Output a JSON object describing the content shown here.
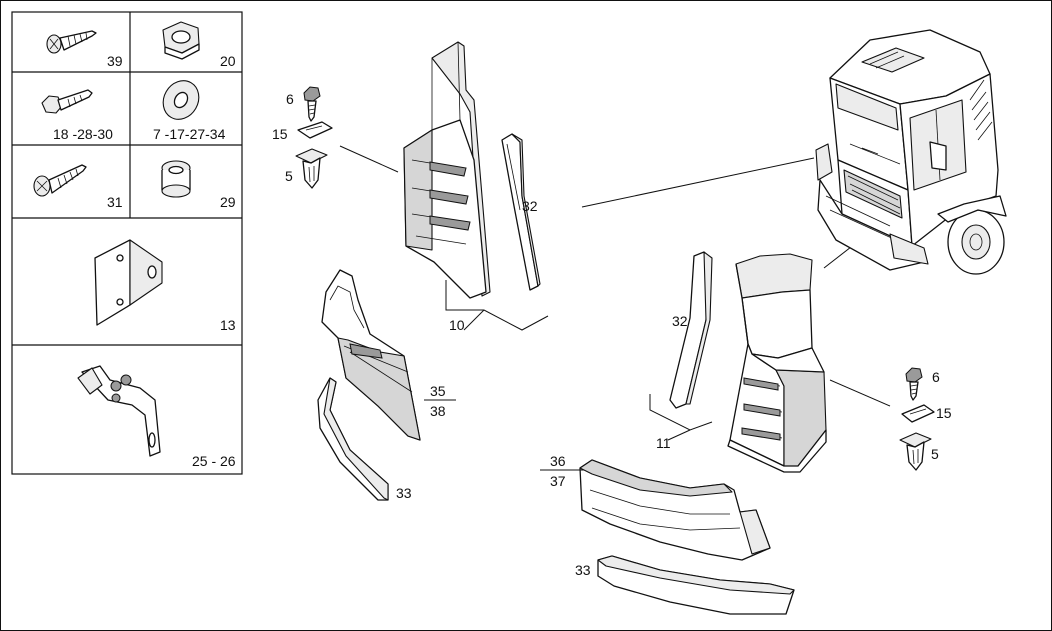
{
  "hardware_panel": {
    "cells": [
      {
        "icon": "screw-icon",
        "label": "39"
      },
      {
        "icon": "hex-nut-icon",
        "label": "20"
      },
      {
        "icon": "hex-bolt-icon",
        "label": "18 -28-30"
      },
      {
        "icon": "washer-icon",
        "label": "7 -17-27-34"
      },
      {
        "icon": "tapping-screw-icon",
        "label": "31"
      },
      {
        "icon": "flange-nut-icon",
        "label": "29"
      },
      {
        "icon": "mounting-plate-icon",
        "label": "13"
      },
      {
        "icon": "bracket-icon",
        "label": "25 - 26"
      }
    ]
  },
  "left_group": {
    "fastener_labels": [
      "6",
      "15",
      "5"
    ],
    "step_label": "10",
    "strip_label": "32",
    "corner_labels": {
      "top": "35",
      "bottom": "38"
    },
    "trim_label": "33"
  },
  "right_group": {
    "fastener_labels": [
      "6",
      "15",
      "5"
    ],
    "step_label": "11",
    "strip_label": "32",
    "corner_labels": {
      "top": "36",
      "bottom": "37"
    },
    "trim_label": "33"
  },
  "colors": {
    "line": "#111111",
    "background": "#ffffff",
    "shade": "#d6d6d6"
  }
}
